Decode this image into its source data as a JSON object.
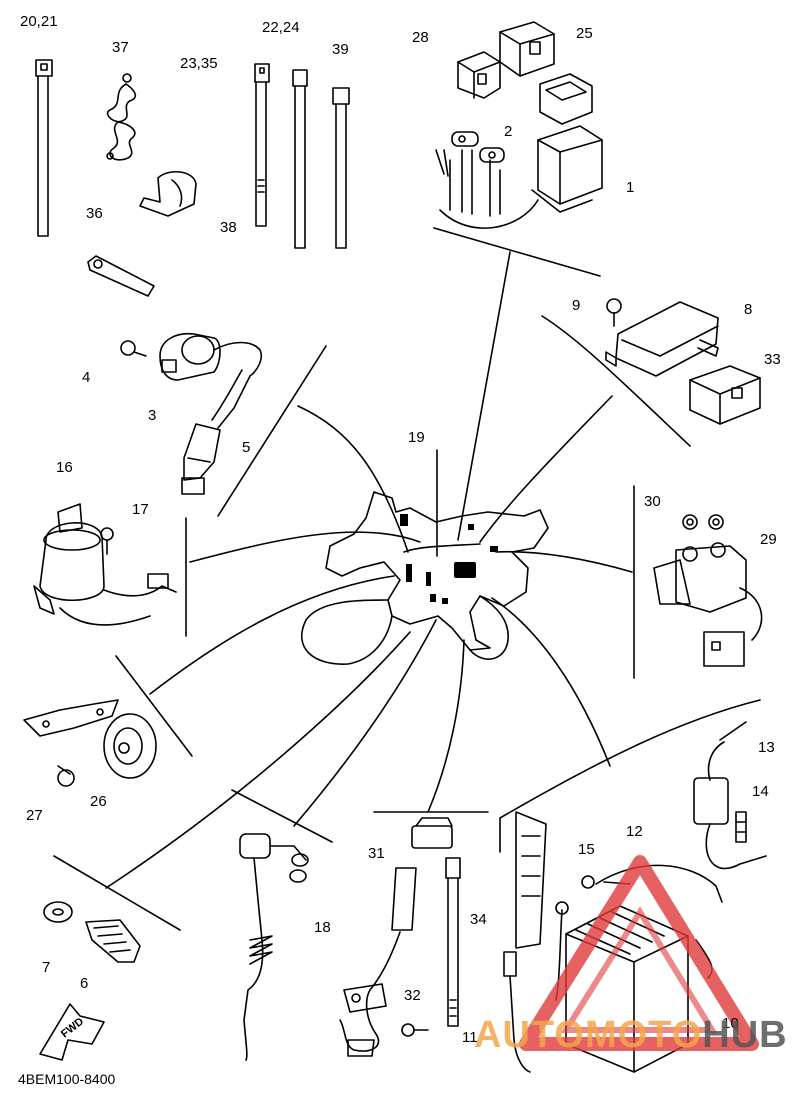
{
  "diagram_code": "4BEM100-8400",
  "fwd_label": "FWD",
  "watermark": {
    "part1": "AUTO",
    "part2": "MOTO",
    "part3": "HUB",
    "colors": {
      "orange": "#f4a64a",
      "gray": "#555555",
      "red": "#e03a3a"
    }
  },
  "callouts": {
    "c20_21": "20,21",
    "c37": "37",
    "c22_24": "22,24",
    "c23_35": "23,35",
    "c39": "39",
    "c28": "28",
    "c25": "25",
    "c2": "2",
    "c1": "1",
    "c36": "36",
    "c38": "38",
    "c9": "9",
    "c8": "8",
    "c33": "33",
    "c4": "4",
    "c3": "3",
    "c5": "5",
    "c19": "19",
    "c16": "16",
    "c17": "17",
    "c30": "30",
    "c29": "29",
    "c13": "13",
    "c14": "14",
    "c27": "27",
    "c26": "26",
    "c12": "12",
    "c15": "15",
    "c31": "31",
    "c18": "18",
    "c34": "34",
    "c7": "7",
    "c6": "6",
    "c32": "32",
    "c11": "11",
    "c10": "10"
  }
}
